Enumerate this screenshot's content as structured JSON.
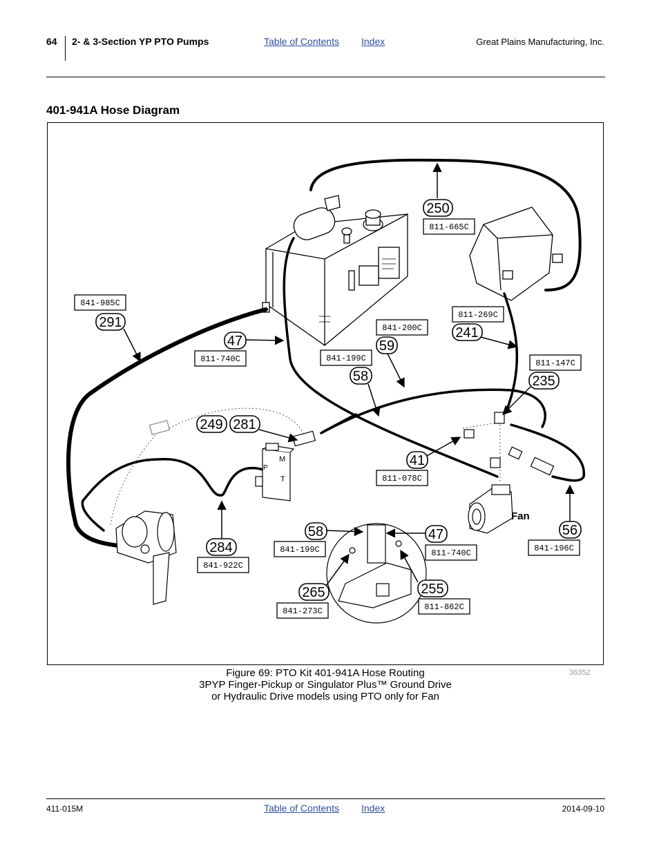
{
  "header": {
    "page_number": "64",
    "section": "2- & 3-Section YP PTO Pumps",
    "toc_link": "Table of Contents",
    "index_link": "Index",
    "company": "Great Plains Manufacturing, Inc."
  },
  "section_title": "401-941A Hose Diagram",
  "figure": {
    "callouts": {
      "c250": "250",
      "c291": "291",
      "c47a": "47",
      "c59": "59",
      "c241": "241",
      "c58a": "58",
      "c235": "235",
      "c249": "249",
      "c281": "281",
      "c41": "41",
      "c284": "284",
      "c58b": "58",
      "c47b": "47",
      "c56": "56",
      "c265": "265",
      "c255": "255"
    },
    "parts": {
      "p665": "811-665C",
      "p985": "841-985C",
      "p269": "811-269C",
      "p200": "841-200C",
      "p740a": "811-740C",
      "p199a": "841-199C",
      "p147": "811-147C",
      "p078": "811-078C",
      "p199b": "841-199C",
      "p740b": "811-740C",
      "p196": "841-196C",
      "p922": "841-922C",
      "p273": "841-273C",
      "p862": "811-862C"
    },
    "labels": {
      "fan": "Fan",
      "m": "M",
      "t": "T",
      "p": "P"
    },
    "figure_number": "36352",
    "caption_line1": "Figure 69: PTO Kit 401-941A Hose Routing",
    "caption_line2": "3PYP Finger-Pickup or Singulator Plus™ Ground Drive",
    "caption_line3": "or Hydraulic Drive models using PTO only for Fan"
  },
  "footer": {
    "doc_number": "411-015M",
    "toc_link": "Table of Contents",
    "index_link": "Index",
    "date": "2014-09-10"
  }
}
